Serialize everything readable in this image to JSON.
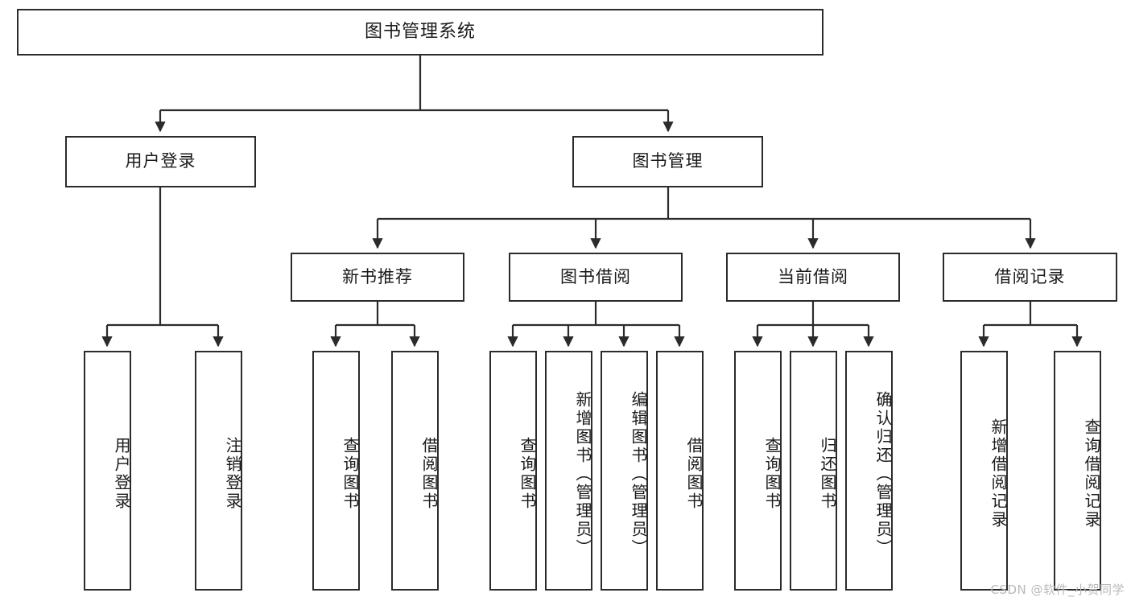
{
  "diagram": {
    "title": "图书管理系统",
    "type": "tree",
    "watermark": "CSDN @软件_小贺同学",
    "colors": {
      "stroke": "#2b2b2b",
      "fill": "#ffffff",
      "text": "#1a1a1a",
      "watermark": "#b9b9b9"
    },
    "levels": {
      "root": {
        "label": "图书管理系统"
      },
      "level2": [
        {
          "id": "user-login",
          "label": "用户登录"
        },
        {
          "id": "book-manage",
          "label": "图书管理"
        }
      ],
      "level3": [
        {
          "id": "new-book-recommend",
          "label": "新书推荐",
          "parent": "book-manage"
        },
        {
          "id": "book-borrow",
          "label": "图书借阅",
          "parent": "book-manage"
        },
        {
          "id": "current-borrow",
          "label": "当前借阅",
          "parent": "book-manage"
        },
        {
          "id": "borrow-record",
          "label": "借阅记录",
          "parent": "book-manage"
        }
      ],
      "leaves": [
        {
          "id": "leaf-user-login",
          "label": "用户登录",
          "parent": "user-login"
        },
        {
          "id": "leaf-user-logout",
          "label": "注销登录",
          "parent": "user-login"
        },
        {
          "id": "leaf-query-book-1",
          "label": "查询图书",
          "parent": "new-book-recommend"
        },
        {
          "id": "leaf-borrow-book-1",
          "label": "借阅图书",
          "parent": "new-book-recommend"
        },
        {
          "id": "leaf-query-book-2",
          "label": "查询图书",
          "parent": "book-borrow"
        },
        {
          "id": "leaf-add-book",
          "label": "新增图书（管理员）",
          "parent": "book-borrow"
        },
        {
          "id": "leaf-edit-book",
          "label": "编辑图书（管理员）",
          "parent": "book-borrow"
        },
        {
          "id": "leaf-borrow-book-2",
          "label": "借阅图书",
          "parent": "book-borrow"
        },
        {
          "id": "leaf-query-book-3",
          "label": "查询图书",
          "parent": "current-borrow"
        },
        {
          "id": "leaf-return-book",
          "label": "归还图书",
          "parent": "current-borrow"
        },
        {
          "id": "leaf-confirm-return",
          "label": "确认归还（管理员）",
          "parent": "current-borrow"
        },
        {
          "id": "leaf-add-record",
          "label": "新增借阅记录",
          "parent": "borrow-record"
        },
        {
          "id": "leaf-query-record",
          "label": "查询借阅记录",
          "parent": "borrow-record"
        }
      ]
    }
  }
}
